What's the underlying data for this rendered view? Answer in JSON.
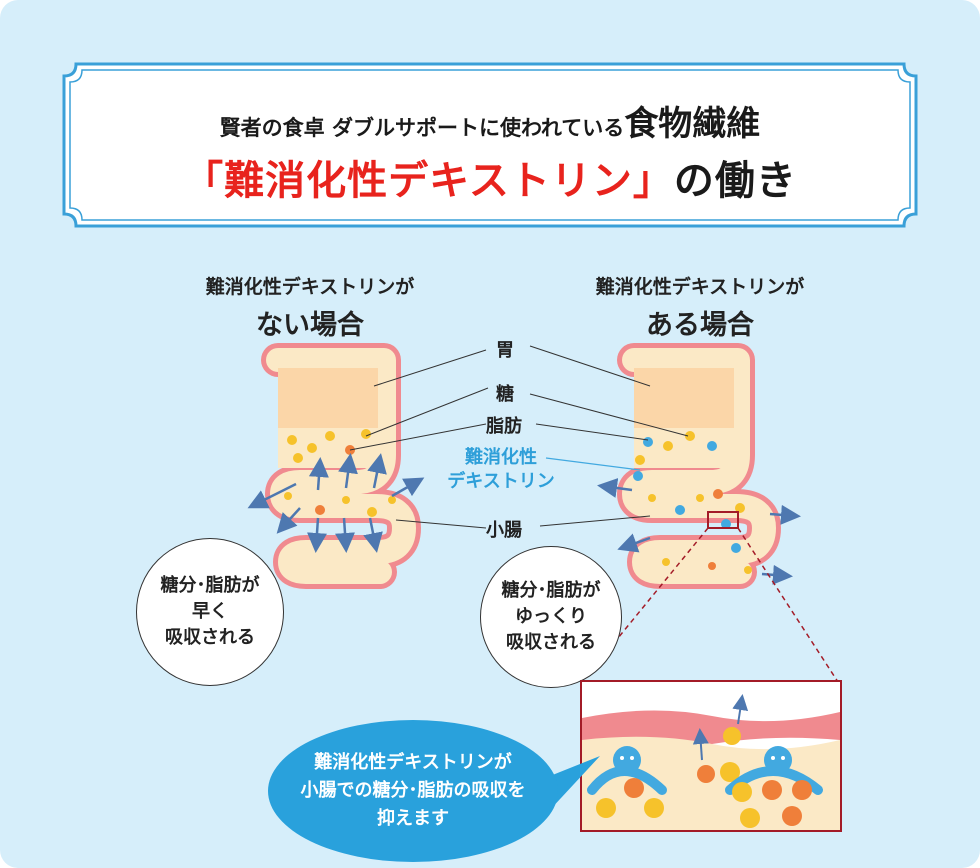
{
  "title": {
    "line1_small": "賢者の食卓 ダブルサポートに使われている",
    "line1_big": "食物繊維",
    "line2_main": "「難消化性デキストリン」",
    "line2_tail": "の働き"
  },
  "left_panel": {
    "header_line1": "難消化性デキストリンが",
    "header_line2": "ない場合",
    "bubble_line1": "糖分･脂肪が",
    "bubble_line2": "早く",
    "bubble_line3": "吸収される"
  },
  "right_panel": {
    "header_line1": "難消化性デキストリンが",
    "header_line2": "ある場合",
    "bubble_line1": "糖分･脂肪が",
    "bubble_line2": "ゆっくり",
    "bubble_line3": "吸収される"
  },
  "labels": {
    "stomach": "胃",
    "sugar": "糖",
    "fat": "脂肪",
    "dextrin_line1": "難消化性",
    "dextrin_line2": "デキストリン",
    "small_intestine": "小腸"
  },
  "callout": {
    "line1": "難消化性デキストリンが",
    "line2": "小腸での糖分･脂肪の吸収を",
    "line3": "抑えます"
  },
  "colors": {
    "background": "#d6eefa",
    "title_red": "#e8231d",
    "frame_blue": "#3aa0d8",
    "organ_wall": "#f08a8f",
    "organ_fill": "#fbe9c6",
    "stomach_top": "#fbd6a8",
    "sugar_dot": "#f6c22b",
    "fat_dot": "#ef7f3a",
    "dextrin_dot": "#42a9e0",
    "arrow": "#4e78b0",
    "callout_blue": "#29a1dc",
    "zoom_border": "#a31b27"
  }
}
